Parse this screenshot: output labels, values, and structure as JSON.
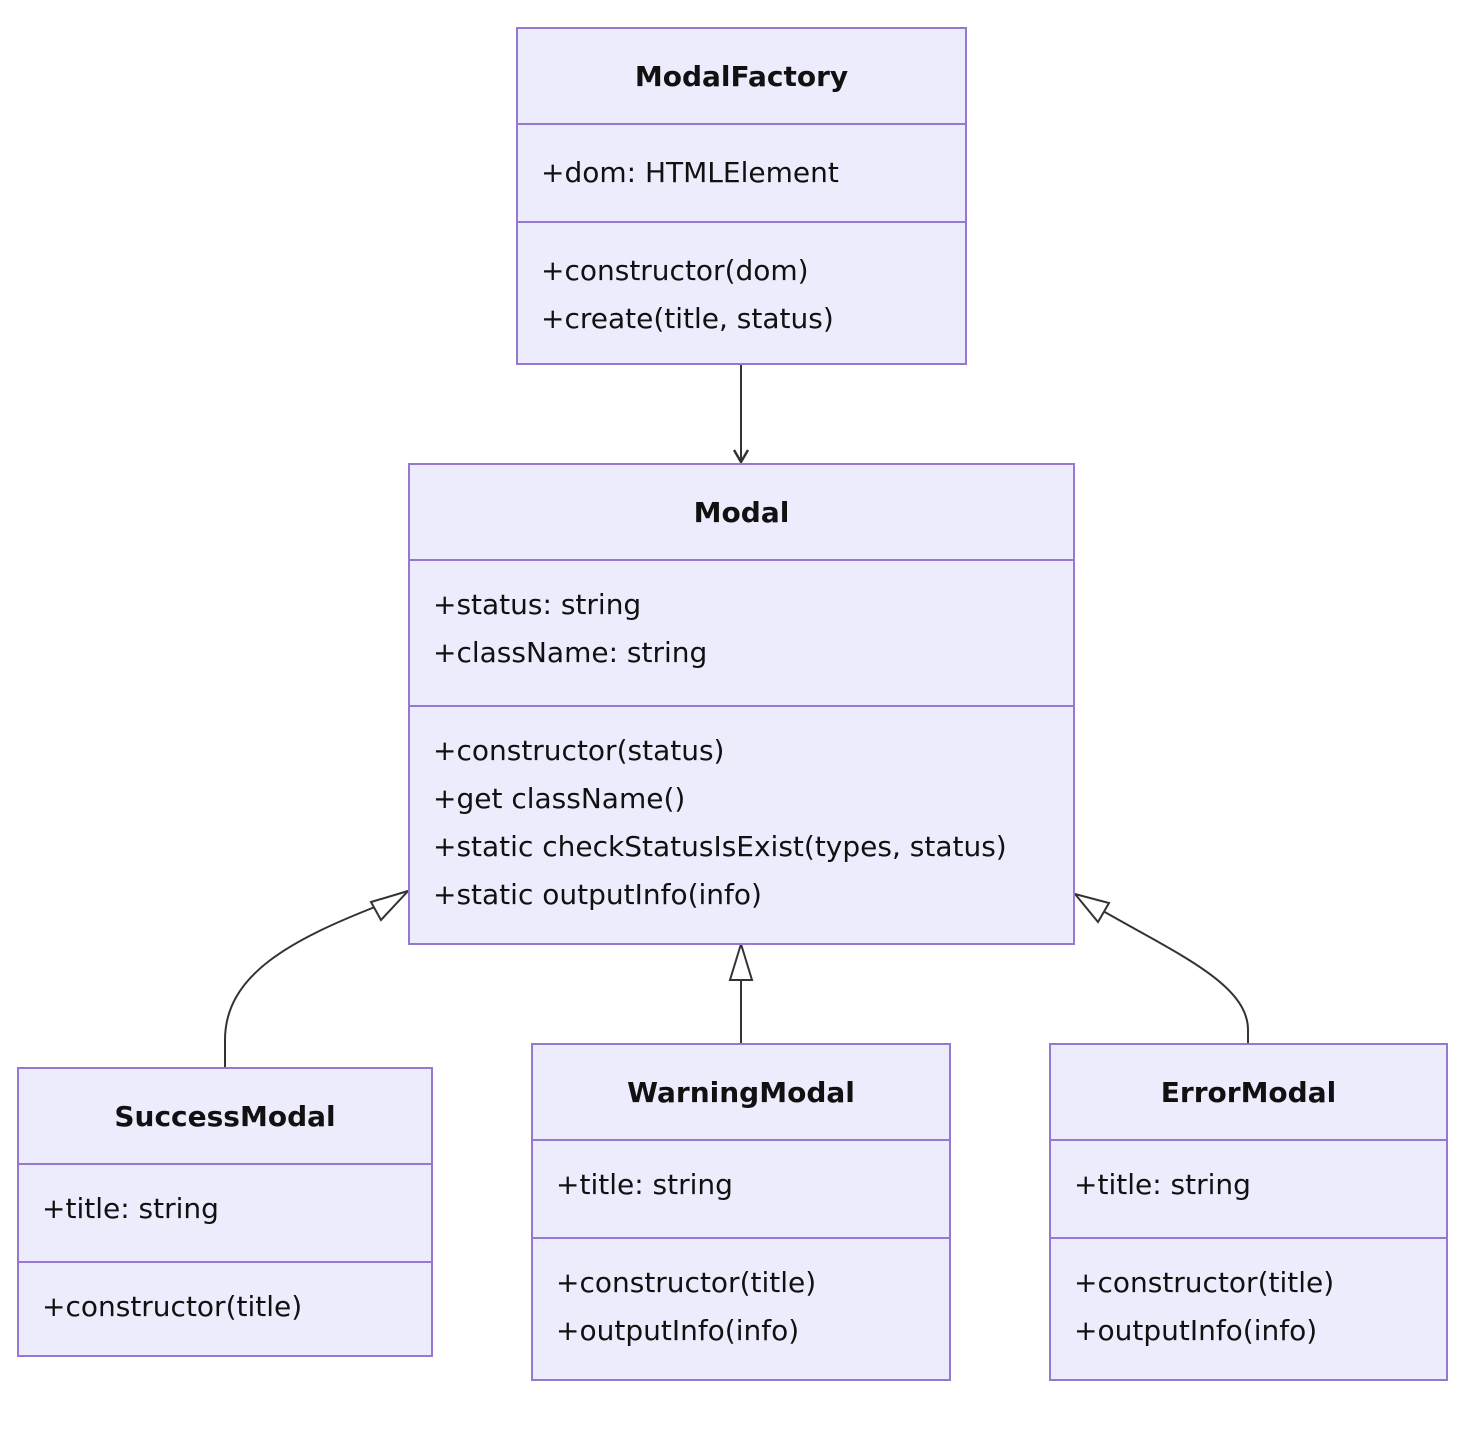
{
  "classes": {
    "modal_factory": {
      "name": "ModalFactory",
      "attributes": [
        "+dom: HTMLElement"
      ],
      "methods": [
        "+constructor(dom)",
        "+create(title, status)"
      ]
    },
    "modal": {
      "name": "Modal",
      "attributes": [
        "+status: string",
        "+className: string"
      ],
      "methods": [
        "+constructor(status)",
        "+get className()",
        "+static checkStatusIsExist(types, status)",
        "+static outputInfo(info)"
      ]
    },
    "success_modal": {
      "name": "SuccessModal",
      "attributes": [
        "+title: string"
      ],
      "methods": [
        "+constructor(title)"
      ]
    },
    "warning_modal": {
      "name": "WarningModal",
      "attributes": [
        "+title: string"
      ],
      "methods": [
        "+constructor(title)",
        "+outputInfo(info)"
      ]
    },
    "error_modal": {
      "name": "ErrorModal",
      "attributes": [
        "+title: string"
      ],
      "methods": [
        "+constructor(title)",
        "+outputInfo(info)"
      ]
    }
  },
  "colors": {
    "node_fill": "#ececfd",
    "node_border": "#9678d0",
    "edge": "#333333"
  }
}
